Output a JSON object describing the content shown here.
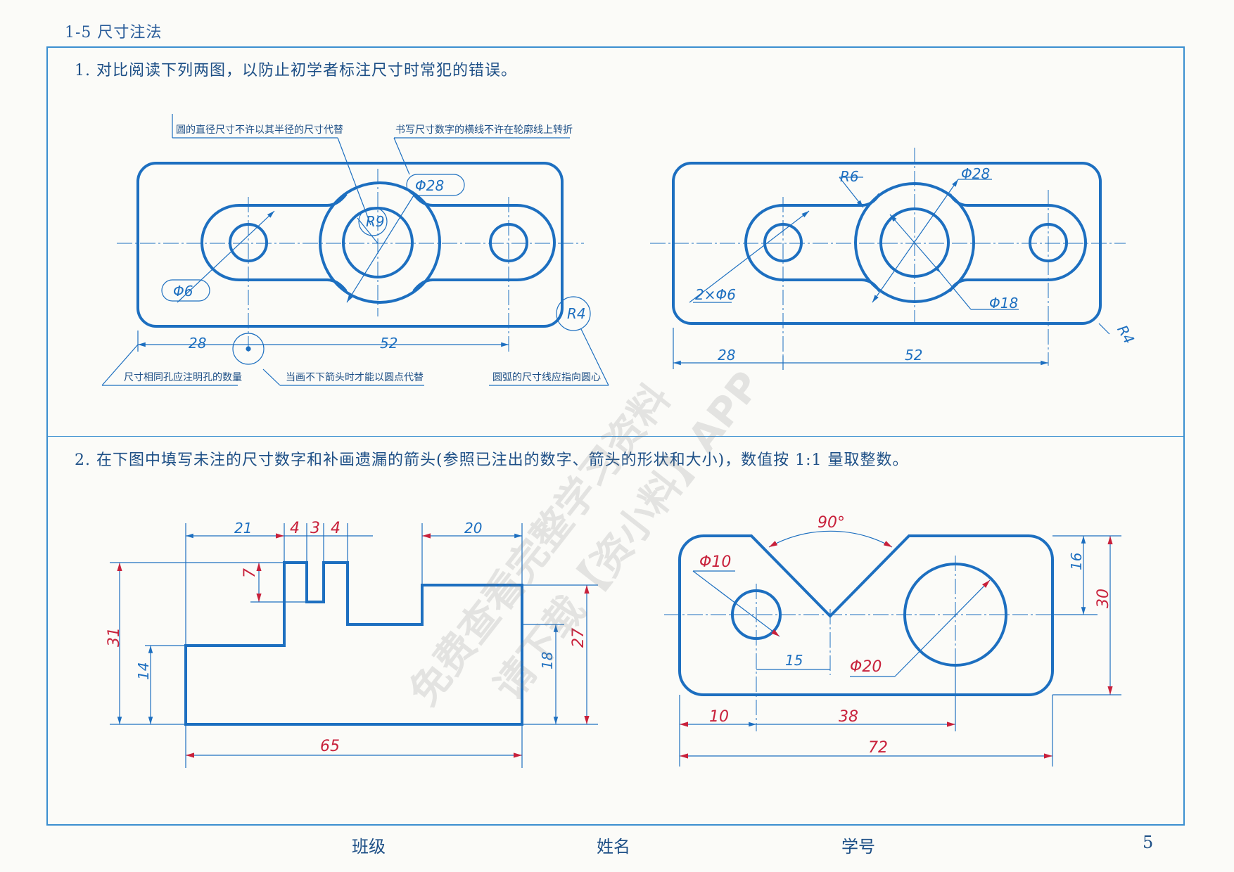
{
  "header": {
    "title": "1-5   尺寸注法"
  },
  "question1": {
    "text": "1. 对比阅读下列两图，以防止初学者标注尺寸时常犯的错误。",
    "annotations": [
      "圆的直径尺寸不许以其半径的尺寸代替",
      "书写尺寸数字的横线不许在轮廓线上转折",
      "尺寸相同孔应注明孔的数量",
      "当画不下箭头时才能以圆点代替",
      "圆弧的尺寸线应指向圆心"
    ],
    "wrong_labels": {
      "d28": "Φ28",
      "r9": "R9",
      "d6": "Φ6",
      "r4": "R4",
      "d28h": "28",
      "d52": "52"
    },
    "right_labels": {
      "r6": "R6",
      "d28": "Φ28",
      "n6": "2×Φ6",
      "d18": "Φ18",
      "r4": "R4",
      "d28h": "28",
      "d52": "52"
    }
  },
  "question2": {
    "text": "2. 在下图中填写未注的尺寸数字和补画遗漏的箭头(参照已注出的数字、箭头的形状和大小)，数值按 1:1 量取整数。",
    "left_dims": {
      "d21": "21",
      "d4a": "4",
      "d3": "3",
      "d4b": "4",
      "d20": "20",
      "d7": "7",
      "d31": "31",
      "d14": "14",
      "d18": "18",
      "d27": "27",
      "d65": "65"
    },
    "right_dims": {
      "a90": "90°",
      "d10": "Φ10",
      "d20": "Φ20",
      "d15": "15",
      "d16": "16",
      "d30": "30",
      "w10": "10",
      "w38": "38",
      "w72": "72"
    }
  },
  "watermark": {
    "line1": "免费查看完整学习资料",
    "line2": "请下载【资小料】APP"
  },
  "footer": {
    "class_label": "班级",
    "name_label": "姓名",
    "id_label": "学号",
    "page_number": "5"
  },
  "colors": {
    "outline": "#1d6fc0",
    "frame": "#3b8fd0",
    "dimension_red": "#c8213b",
    "text": "#1d4f86"
  }
}
